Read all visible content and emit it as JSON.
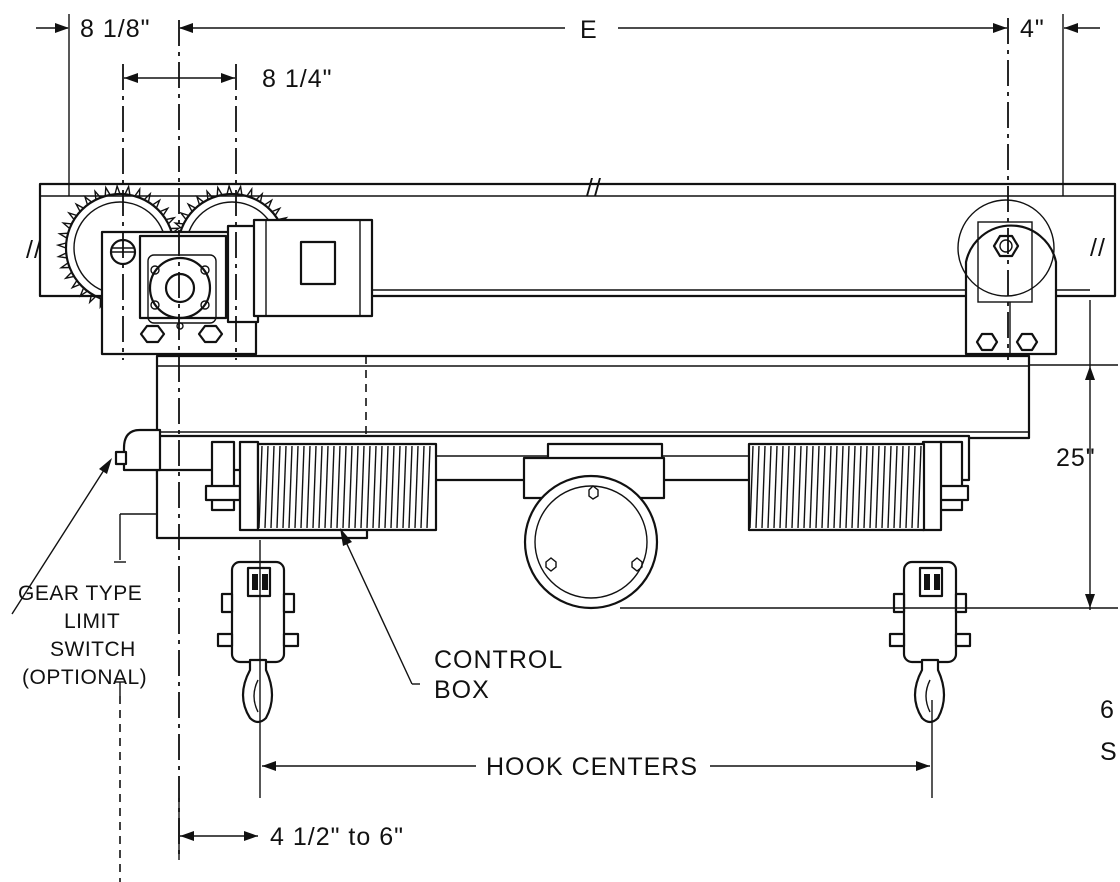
{
  "dimensions": {
    "left_overhang": "8 1/8\"",
    "gear_spacing": "8 1/4\"",
    "span": "E",
    "right_overhang": "4\"",
    "height": "25\"",
    "hook_centers": "HOOK CENTERS",
    "hook_offset": "4 1/2\" to 6\""
  },
  "callouts": {
    "limit_switch": [
      "GEAR TYPE",
      "LIMIT",
      "SWITCH",
      "(OPTIONAL)"
    ],
    "control_box": [
      "CONTROL",
      "BOX"
    ]
  },
  "break_marks": [
    "//",
    "//",
    "//"
  ],
  "edge_fragments": [
    "6",
    "S"
  ],
  "colors": {
    "line": "#111111",
    "background": "#ffffff"
  }
}
